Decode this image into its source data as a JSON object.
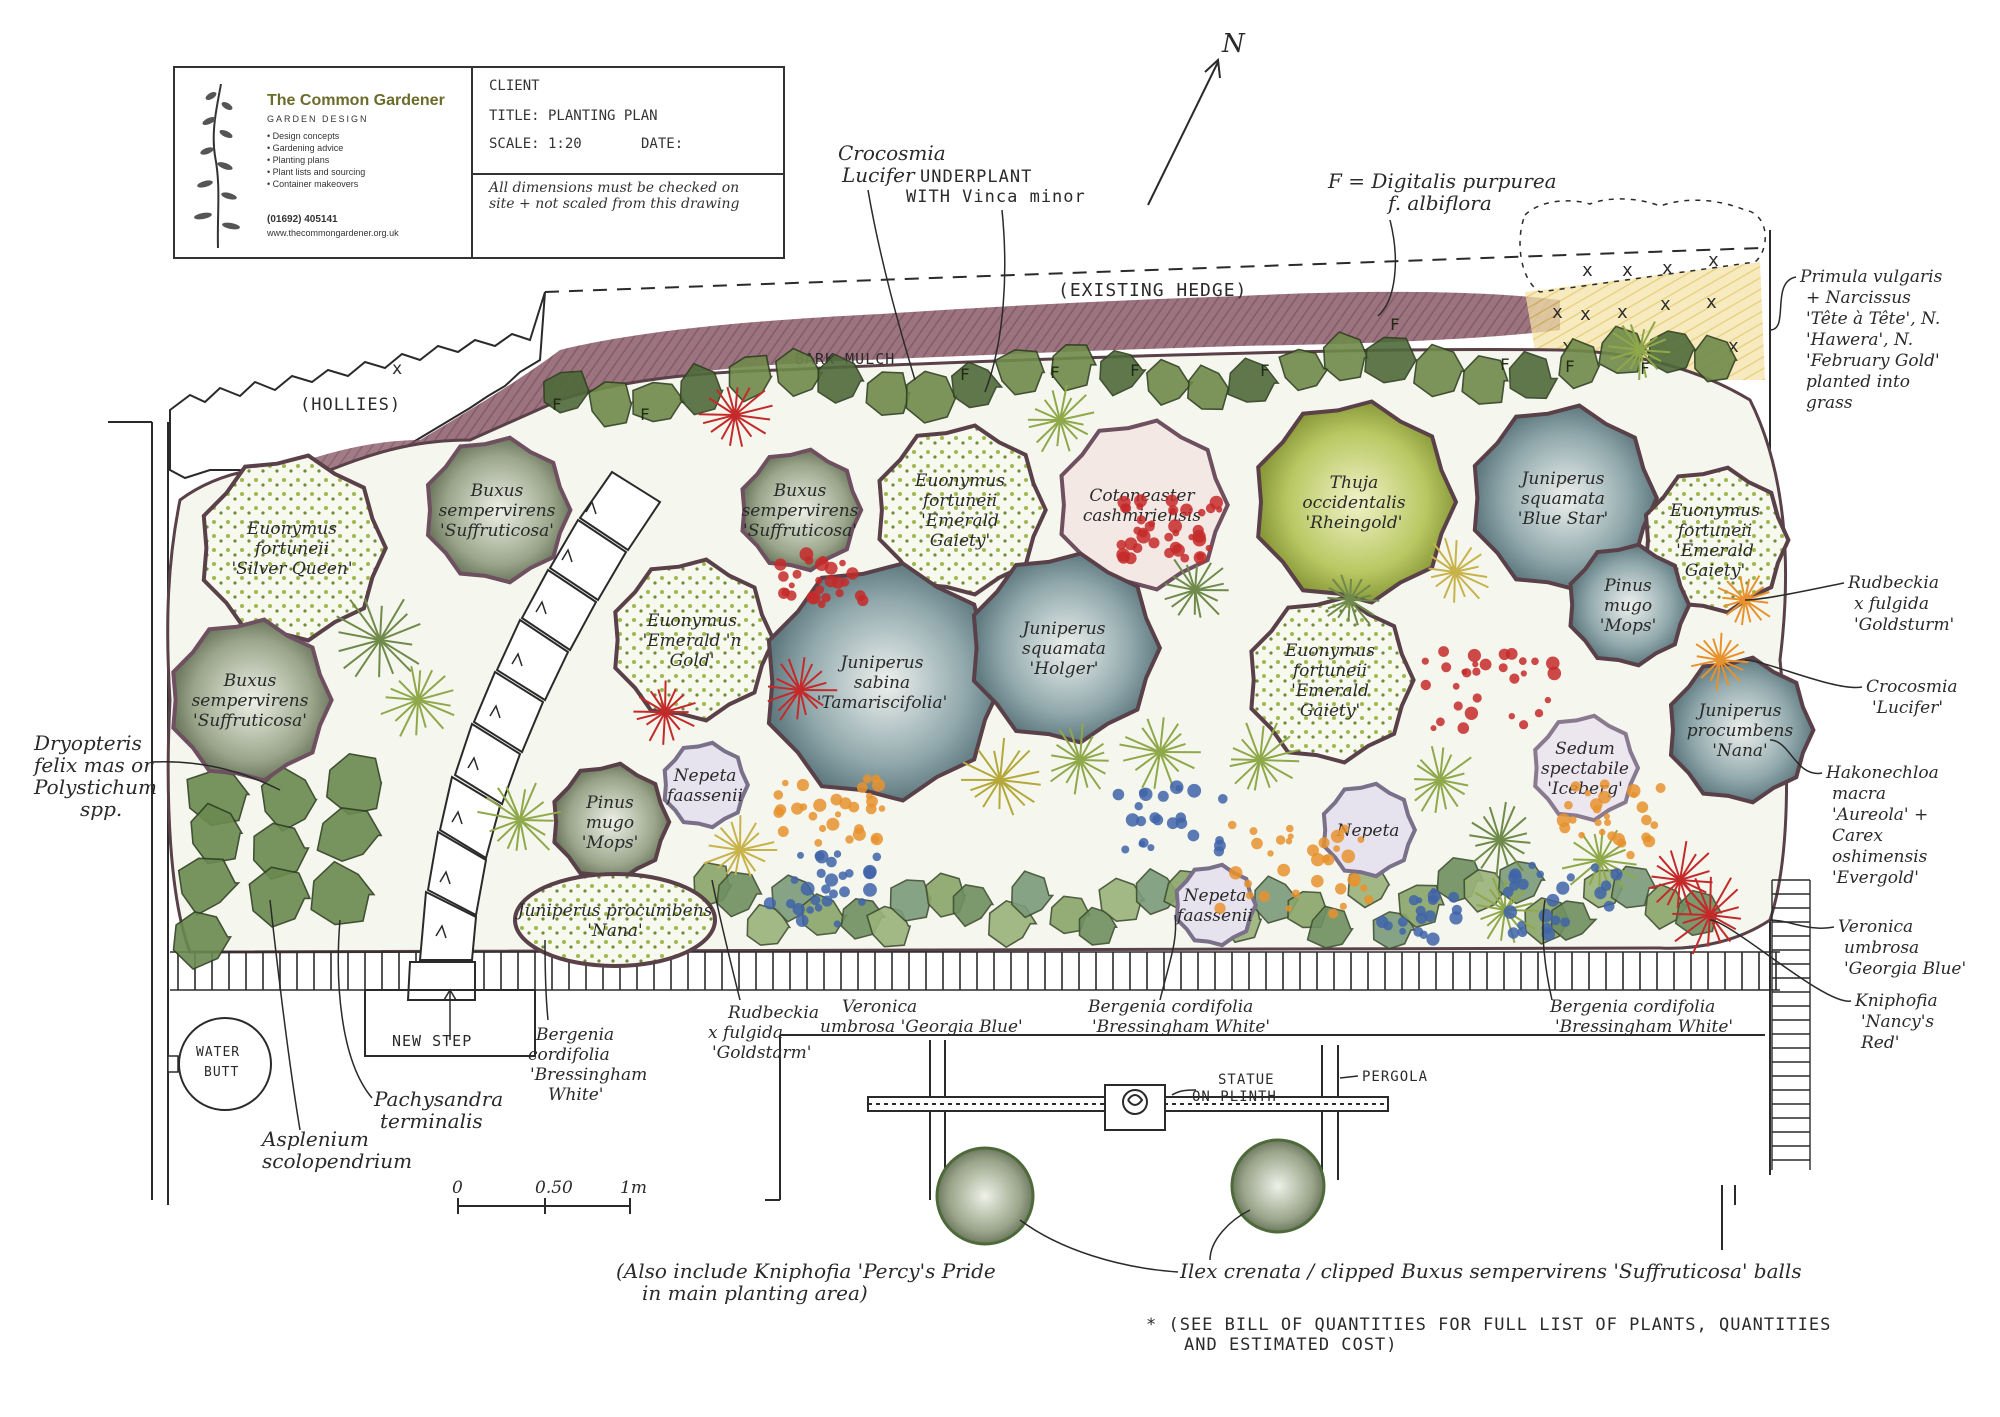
{
  "title_block": {
    "company": "The Common Gardener",
    "subtitle": "GARDEN DESIGN",
    "services": [
      "Design concepts",
      "Gardening advice",
      "Planting plans",
      "Plant lists and sourcing",
      "Container makeovers"
    ],
    "phone": "(01692) 405141",
    "website": "www.thecommongardener.org.uk",
    "client_label": "CLIENT",
    "title_label": "TITLE: PLANTING PLAN",
    "scale_label": "SCALE: 1:20",
    "date_label": "DATE:",
    "note": "All dimensions must be checked on site + not scaled from this drawing"
  },
  "north": "N",
  "structures": {
    "existing_hedge": "(EXISTING HEDGE)",
    "hollies": "(HOLLIES)",
    "bark_mulch": "BARK MULCH",
    "new_step": "NEW STEP",
    "water_butt": [
      "WATER",
      "BUTT"
    ],
    "statue": [
      "STATUE",
      "ON PLINTH"
    ],
    "pergola": "PERGOLA"
  },
  "scale_bar": {
    "ticks": [
      "0",
      "0.50",
      "1m"
    ]
  },
  "top_callouts": {
    "crocosmia_top": [
      "Crocosmia",
      "Lucifer"
    ],
    "underplant": [
      "UNDERPLANT",
      "WITH Vinca minor"
    ],
    "digitalis": [
      "F = Digitalis purpurea",
      "f. albiflora"
    ]
  },
  "right_callouts": [
    [
      "Primula vulgaris",
      "+ Narcissus",
      "'Tête à Tête', N.",
      "'Hawera', N.",
      "'February Gold'",
      "planted into",
      "grass"
    ],
    [
      "Rudbeckia",
      "x fulgida",
      "'Goldsturm'"
    ],
    [
      "Crocosmia",
      "'Lucifer'"
    ],
    [
      "Hakonechloa",
      "macra",
      "'Aureola' +",
      "Carex",
      "oshimensis",
      "'Evergold'"
    ],
    [
      "Veronica",
      "umbrosa",
      "'Georgia Blue'"
    ],
    [
      "Kniphofia",
      "'Nancy's",
      "Red'"
    ]
  ],
  "left_callouts": {
    "dryopteris": [
      "Dryopteris",
      "felix mas or",
      "Polystichum",
      "spp."
    ]
  },
  "bottom_callouts": {
    "rudbeckia": [
      "Rudbeckia",
      "x fulgida",
      "'Goldstarm'"
    ],
    "veronica": [
      "Veronica",
      "umbrosa 'Georgia Blue'"
    ],
    "bergenia_mid": [
      "Bergenia cordifolia",
      "'Bressingham White'"
    ],
    "bergenia_right": [
      "Bergenia cordifolia",
      "'Bressingham White'"
    ],
    "bergenia_left": [
      "Bergenia",
      "cordifolia",
      "'Bressingham",
      "White'"
    ],
    "pachysandra": [
      "Pachysandra",
      "terminalis"
    ],
    "asplenium": [
      "Asplenium",
      "scolopendrium"
    ],
    "ilex": "Ilex crenata / clipped Buxus sempervirens 'Suffruticosa' balls",
    "kniphofia_note": [
      "(Also include Kniphofia 'Percy's Pride",
      "in main planting area)"
    ],
    "bill": [
      "* (SEE BILL OF QUANTITIES FOR FULL LIST OF PLANTS, QUANTITIES",
      "AND ESTIMATED COST)"
    ]
  },
  "plants": [
    {
      "id": "buxus-1",
      "lines": [
        "Buxus",
        "sempervirens",
        "'Suffruticosa'"
      ]
    },
    {
      "id": "euonymus-silver",
      "lines": [
        "Euonymus",
        "fortuneii",
        "'Silver Queen'"
      ]
    },
    {
      "id": "buxus-2",
      "lines": [
        "Buxus",
        "sempervirens",
        "'Suffruticosa'"
      ]
    },
    {
      "id": "buxus-3",
      "lines": [
        "Buxus",
        "sempervirens",
        "'Suffruticosa'"
      ]
    },
    {
      "id": "euonymus-gaiety-1",
      "lines": [
        "Euonymus",
        "fortuneii",
        "'Emerald",
        "Gaiety'"
      ]
    },
    {
      "id": "cotoneaster",
      "lines": [
        "Cotoneaster",
        "cashmiriensis"
      ]
    },
    {
      "id": "thuja",
      "lines": [
        "Thuja",
        "occidentalis",
        "'Rheingold'"
      ]
    },
    {
      "id": "juniperus-bluestar",
      "lines": [
        "Juniperus",
        "squamata",
        "'Blue Star'"
      ]
    },
    {
      "id": "euonymus-gaiety-2",
      "lines": [
        "Euonymus",
        "fortuneii",
        "'Emerald",
        "Gaiety'"
      ]
    },
    {
      "id": "euonymus-gold",
      "lines": [
        "Euonymus",
        "'Emerald 'n",
        "Gold'"
      ]
    },
    {
      "id": "juniperus-sabina",
      "lines": [
        "Juniperus",
        "sabina",
        "'Tamariscifolia'"
      ]
    },
    {
      "id": "juniperus-holger",
      "lines": [
        "Juniperus",
        "squamata",
        "'Holger'"
      ]
    },
    {
      "id": "euonymus-gaiety-3",
      "lines": [
        "Euonymus",
        "fortuneii",
        "'Emerald",
        "Gaiety'"
      ]
    },
    {
      "id": "pinus-mops-1",
      "lines": [
        "Pinus",
        "mugo",
        "'Mops'"
      ]
    },
    {
      "id": "juniperus-nana-1",
      "lines": [
        "Juniperus",
        "procumbens",
        "'Nana'"
      ]
    },
    {
      "id": "sedum",
      "lines": [
        "Sedum",
        "spectabile",
        "'Iceberg'"
      ]
    },
    {
      "id": "nepeta-1",
      "lines": [
        "Nepeta",
        "faassenii"
      ]
    },
    {
      "id": "nepeta-2",
      "lines": [
        "Nepeta"
      ]
    },
    {
      "id": "nepeta-3",
      "lines": [
        "Nepeta",
        "faassenii"
      ]
    },
    {
      "id": "pinus-mops-2",
      "lines": [
        "Pinus",
        "mugo",
        "'Mops'"
      ]
    },
    {
      "id": "juniperus-nana-2",
      "lines": [
        "Juniperus procumbens",
        "'Nana'"
      ]
    }
  ],
  "colors": {
    "bark_mulch": "#7a4a5a",
    "foliage_dark": "#4f6a3a",
    "foliage_light": "#8fa84a",
    "juniper_blue": "#6f8c90",
    "flower_orange": "#e8922e",
    "flower_red": "#c42a2a",
    "flower_blue": "#3f64a8",
    "grass_yellow": "#e3c35c",
    "ink": "#2a2a2a"
  }
}
